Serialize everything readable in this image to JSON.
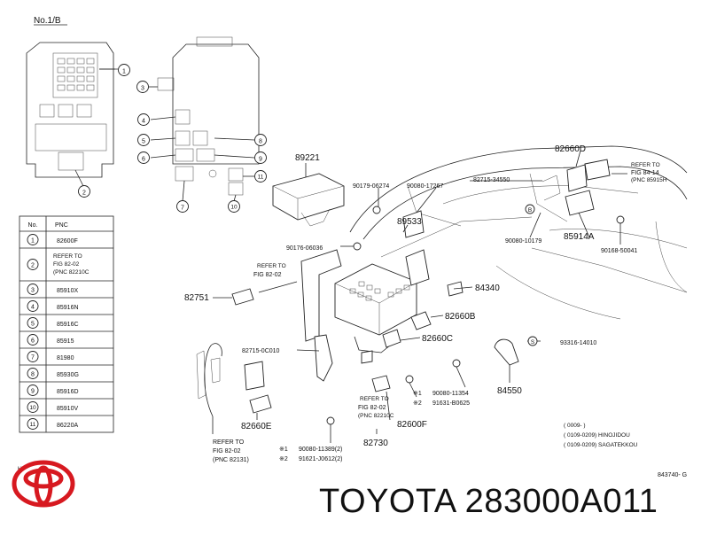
{
  "diagram": {
    "header": "No.1/B",
    "corner_mark": "H",
    "figure_code": "843740- G",
    "table": {
      "headers": [
        "No.",
        "PNC"
      ],
      "rows": [
        {
          "no": "1",
          "pnc": "82600F"
        },
        {
          "no": "2",
          "pnc_lines": [
            "REFER TO",
            "FIG    82-02",
            "(PNC 82210C"
          ]
        },
        {
          "no": "3",
          "pnc": "85910X"
        },
        {
          "no": "4",
          "pnc": "85916N"
        },
        {
          "no": "5",
          "pnc": "85916C"
        },
        {
          "no": "6",
          "pnc": "85915"
        },
        {
          "no": "7",
          "pnc": "81980"
        },
        {
          "no": "8",
          "pnc": "85930G"
        },
        {
          "no": "9",
          "pnc": "85916D"
        },
        {
          "no": "10",
          "pnc": "85910V"
        },
        {
          "no": "11",
          "pnc": "86220A"
        }
      ]
    },
    "callouts": [
      "1",
      "2",
      "3",
      "4",
      "5",
      "6",
      "7",
      "8",
      "9",
      "10",
      "11"
    ],
    "labels": {
      "p89221": "89221",
      "p90179": "90179-06274",
      "p90080_17267": "90080-17267",
      "p82715_34550": "82715-34550",
      "p82660D": "82660D",
      "p89533": "89533",
      "p90080_10179": "90080-10179",
      "p85914A": "85914A",
      "p90176": "90176-06036",
      "p90168": "90168-50041",
      "refer_a": "REFER TO",
      "refer_a2": "FIG 82-02",
      "p82751": "82751",
      "p84340": "84340",
      "p82660B": "82660B",
      "p82660C": "82660C",
      "p93316": "93316-14010",
      "p82715_0C010": "82715-0C010",
      "p84550": "84550",
      "p90080_11354": "90080-11354",
      "p91631": "91631-B0625",
      "refer_b": "REFER TO",
      "refer_b2": "FIG 82-02",
      "refer_b3": "(PNC 82210C",
      "p82660E": "82660E",
      "p82600F": "82600F",
      "p82730": "82730",
      "refer_c": "REFER TO",
      "refer_c2": "FIG 82-02",
      "refer_c3": "(PNC 82131)",
      "p90080_11389": "90080-11389(2)",
      "p91621": "91621-J0612(2)",
      "refer_d": "REFER TO",
      "refer_d2": "FIG 84-14",
      "refer_d3": "(PNC 85915H",
      "mark1": "※1",
      "mark2": "※2",
      "markS": "S",
      "markB": "B",
      "legend1": "( 0009-        )",
      "legend2": "( 0109-0209)  HINOJIDOU",
      "legend3": "( 0109-0209)  SAGATEKKOU"
    }
  },
  "brand": {
    "name": "TOYOTA 283000A011",
    "logo_icon": "toyota-logo-icon",
    "logo_color": "#d71920"
  }
}
